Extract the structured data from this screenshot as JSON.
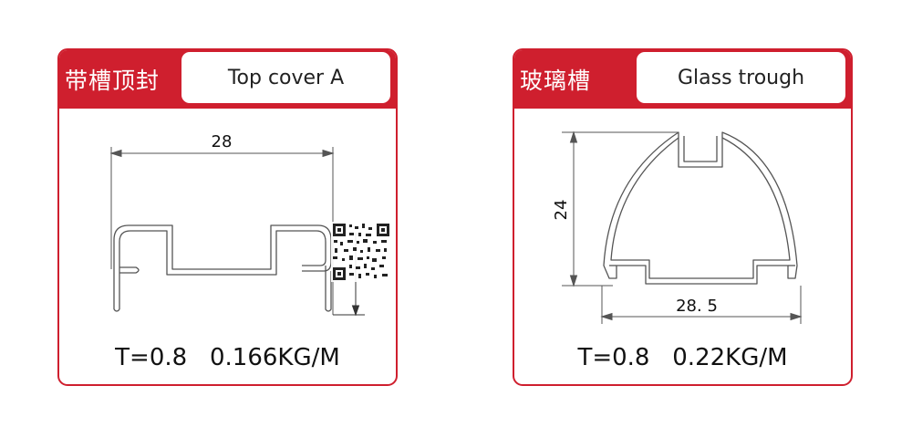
{
  "products": [
    {
      "title_cn": "带槽顶封",
      "title_en": "Top cover A",
      "spec": "T=0.8   0.166KG/M",
      "dimensions": {
        "width": "28"
      }
    },
    {
      "title_cn": "玻璃槽",
      "title_en": "Glass trough",
      "spec": "T=0.8   0.22KG/M",
      "dimensions": {
        "width": "28. 5",
        "height": "24"
      }
    }
  ],
  "colors": {
    "accent": "#cf1f2e",
    "line": "#444444"
  },
  "icons": {
    "overlay": "qr-code-icon"
  }
}
